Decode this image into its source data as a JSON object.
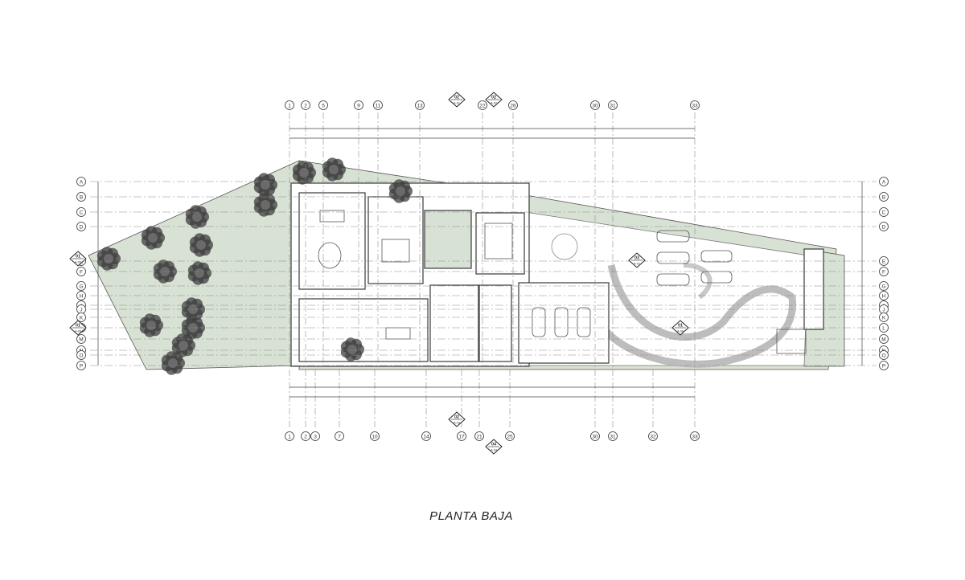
{
  "drawing": {
    "title": "PLANTA BAJA",
    "top_grid_labels": [
      "1",
      "2",
      "5",
      "9",
      "11",
      "13",
      "22",
      "26",
      "30",
      "31",
      "33"
    ],
    "bottom_grid_labels": [
      "1",
      "2",
      "3",
      "7",
      "10",
      "14",
      "17",
      "21",
      "25",
      "30",
      "31",
      "32",
      "33"
    ],
    "left_grid_labels": [
      "A",
      "B",
      "C",
      "D",
      "E",
      "F",
      "G",
      "H",
      "I",
      "J",
      "K",
      "L",
      "M",
      "N",
      "O",
      "P"
    ],
    "right_grid_labels": [
      "A",
      "B",
      "C",
      "D",
      "E",
      "F",
      "G",
      "H",
      "I",
      "J",
      "K",
      "L",
      "M",
      "N",
      "O",
      "P"
    ],
    "section_markers": [
      {
        "id": "02",
        "ref": "A-01"
      },
      {
        "id": "02",
        "ref": "A-02"
      },
      {
        "id": "02",
        "ref": "A-03"
      },
      {
        "id": "04",
        "ref": "A-04"
      },
      {
        "id": "01",
        "ref": "A-05"
      },
      {
        "id": "01",
        "ref": "A-06"
      },
      {
        "id": "03",
        "ref": "A-07"
      },
      {
        "id": "01",
        "ref": "A-08"
      }
    ],
    "colors": {
      "landscape": "#d8e2d4",
      "tree": "#3d3d3d",
      "linework": "#3a3a3a",
      "gridline": "#8a8a8a",
      "driveway": "#cfcfcf"
    }
  }
}
